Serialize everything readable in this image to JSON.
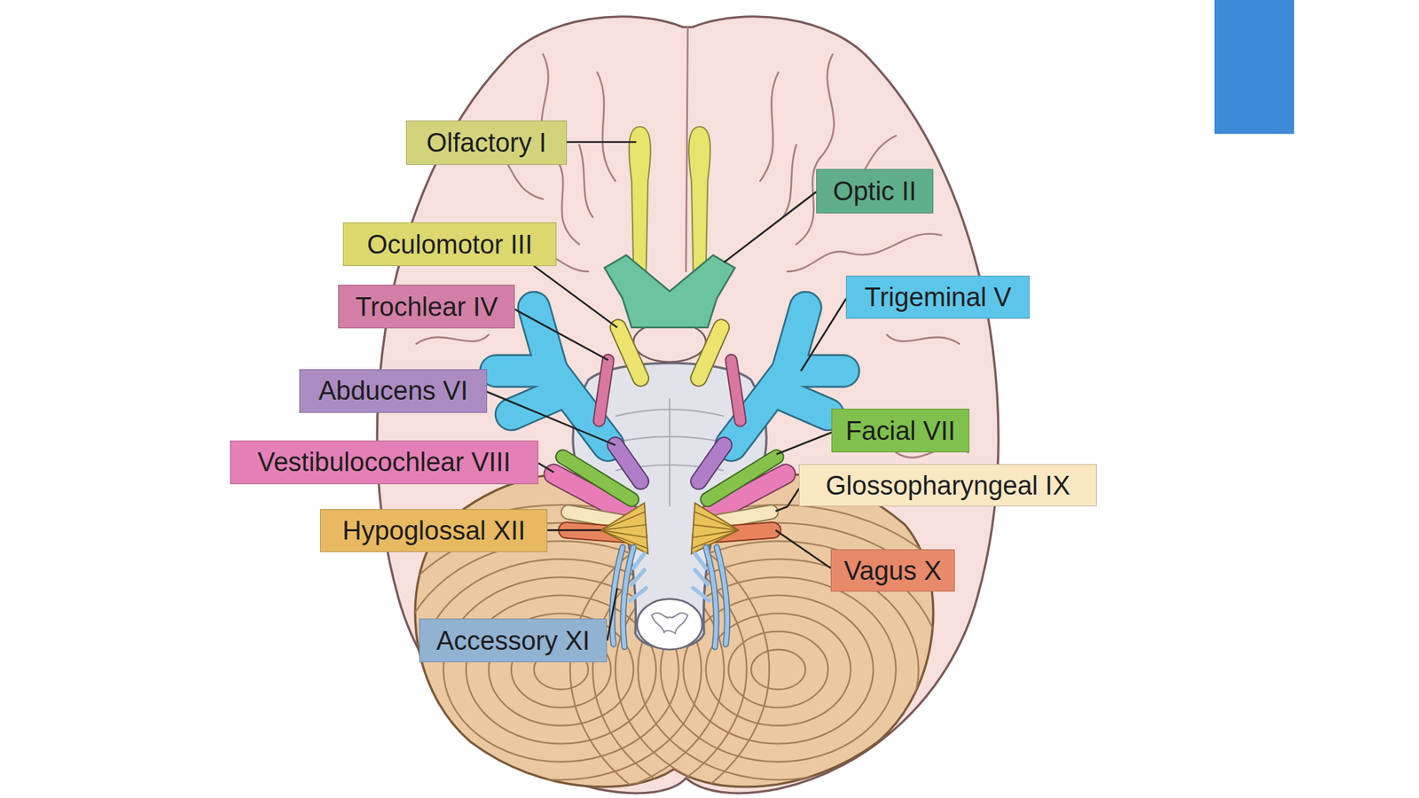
{
  "diagram": {
    "nodes": [
      {
        "text": [
          "Olfactory I"
        ]
      },
      {
        "text": [
          "Optic II"
        ]
      },
      {
        "text": [
          "Oculomotor III"
        ]
      },
      {
        "text": [
          "Trigeminal V"
        ]
      },
      {
        "text": [
          "Trochlear IV"
        ]
      },
      {
        "text": [
          "Abducens VI"
        ]
      },
      {
        "text": [
          "Facial VII"
        ]
      },
      {
        "text": [
          "Vestibulocochlear VIII"
        ]
      },
      {
        "text": [
          "Glossopharyngeal IX"
        ]
      },
      {
        "text": [
          "Hypoglossal XII"
        ]
      },
      {
        "text": [
          "Vagus X"
        ]
      },
      {
        "text": [
          "Accessory XI"
        ]
      }
    ]
  }
}
